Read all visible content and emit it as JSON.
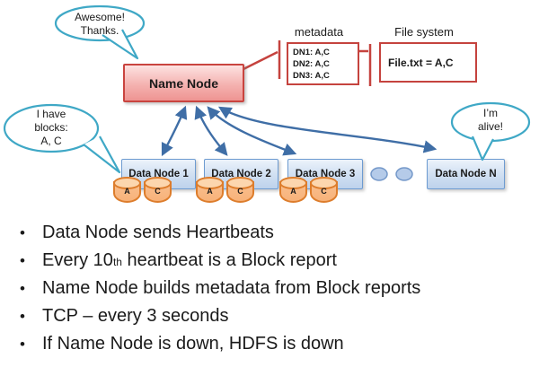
{
  "colors": {
    "accent_red": "#C5433E",
    "accent_blue": "#3F6EA6",
    "accent_cyan": "#3FA8C6",
    "box_blue_border": "#6D9BD1",
    "box_blue_fill": "#C6D9F1",
    "box_pink_fill": "#F2A7A5",
    "cylinder_orange_border": "#DD7D2C",
    "cylinder_orange_fill": "#FAC090"
  },
  "diagram": {
    "name_node": {
      "label": "Name Node"
    },
    "metadata": {
      "label": "metadata",
      "rows": [
        "DN1: A,C",
        "DN2: A,C",
        "DN3: A,C"
      ]
    },
    "file_system": {
      "label": "File system",
      "content": "File.txt = A,C"
    },
    "data_nodes": [
      {
        "label": "Data Node 1",
        "blocks": [
          "A",
          "C"
        ]
      },
      {
        "label": "Data Node 2",
        "blocks": [
          "A",
          "C"
        ]
      },
      {
        "label": "Data Node 3",
        "blocks": [
          "A",
          "C"
        ]
      },
      {
        "label": "Data Node N",
        "blocks": []
      }
    ],
    "bubbles": {
      "awesome": {
        "lines": [
          "Awesome!",
          "Thanks."
        ]
      },
      "have_blocks": {
        "lines": [
          "I have",
          "blocks:",
          "A, C"
        ]
      },
      "alive": {
        "lines": [
          "I’m",
          "alive!"
        ]
      }
    }
  },
  "bullets": {
    "glyph": "•",
    "items": [
      {
        "text": "Data Node sends Heartbeats"
      },
      {
        "pre": "Every 10",
        "sup": "th",
        "post": " heartbeat is a Block report"
      },
      {
        "text": "Name Node builds metadata from Block reports"
      },
      {
        "text": "TCP – every 3 seconds"
      },
      {
        "text": "If Name Node is down, HDFS is down"
      }
    ]
  }
}
